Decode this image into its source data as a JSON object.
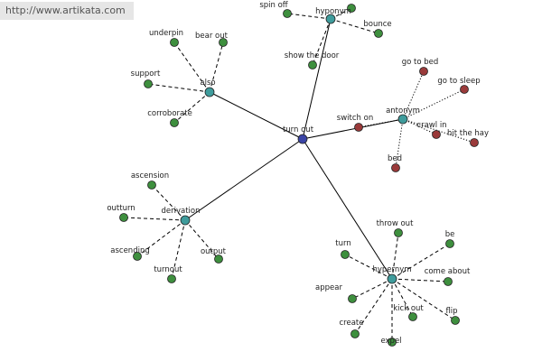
{
  "header": {
    "url": "http://www.artikata.com"
  },
  "graph": {
    "colors": {
      "center": "#3a44a6",
      "group": "#3f9c9c",
      "leaf": "#3e8f3e",
      "antonym_leaf": "#9a3a3a",
      "edge": "#000000",
      "stroke": "#222222"
    },
    "center": {
      "id": "turn-out",
      "label": "turn out"
    },
    "groups": [
      {
        "id": "hyponym-top",
        "label": "hyponym",
        "leaves": [
          {
            "id": "spin-off",
            "label": "spin off"
          },
          {
            "id": "bounce",
            "label": "bounce"
          },
          {
            "id": "show-the-door",
            "label": "show the door"
          },
          {
            "id": "hyponym-top-extra",
            "label": ""
          }
        ]
      },
      {
        "id": "also",
        "label": "also",
        "leaves": [
          {
            "id": "underpin",
            "label": "underpin"
          },
          {
            "id": "bear-out",
            "label": "bear out"
          },
          {
            "id": "support",
            "label": "support"
          },
          {
            "id": "corroborate",
            "label": "corroborate"
          }
        ]
      },
      {
        "id": "antonym",
        "label": "antonym",
        "leaves": [
          {
            "id": "switch-on",
            "label": "switch on"
          },
          {
            "id": "go-to-bed",
            "label": "go to bed"
          },
          {
            "id": "go-to-sleep",
            "label": "go to sleep"
          },
          {
            "id": "crawl-in",
            "label": "crawl in"
          },
          {
            "id": "hit-the-hay",
            "label": "hit the hay"
          },
          {
            "id": "bed",
            "label": "bed"
          }
        ]
      },
      {
        "id": "derivation",
        "label": "derivation",
        "leaves": [
          {
            "id": "ascension",
            "label": "ascension"
          },
          {
            "id": "outturn",
            "label": "outturn"
          },
          {
            "id": "ascending",
            "label": "ascending"
          },
          {
            "id": "turnout",
            "label": "turnout"
          },
          {
            "id": "output",
            "label": "output"
          }
        ]
      },
      {
        "id": "hypernym",
        "label": "hypernym",
        "leaves": [
          {
            "id": "turn",
            "label": "turn"
          },
          {
            "id": "throw-out",
            "label": "throw out"
          },
          {
            "id": "be",
            "label": "be"
          },
          {
            "id": "come-about",
            "label": "come about"
          },
          {
            "id": "appear",
            "label": "appear"
          },
          {
            "id": "kick-out",
            "label": "kick out"
          },
          {
            "id": "flip",
            "label": "flip"
          },
          {
            "id": "create",
            "label": "create"
          },
          {
            "id": "expel",
            "label": "expel"
          }
        ]
      }
    ]
  }
}
